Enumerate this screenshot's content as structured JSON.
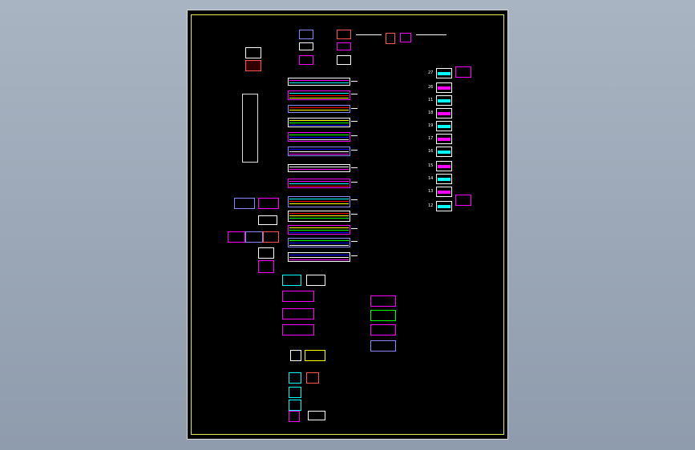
{
  "viewer": {
    "background_top": "#a9b4c2",
    "background_bottom": "#8f9cad",
    "sheet_color": "#000000",
    "frame_color": "#e8e84a"
  },
  "right_column_labels": [
    "27",
    "26",
    "11",
    "18",
    "19",
    "17",
    "16",
    "15",
    "14",
    "13",
    "12"
  ],
  "palette": [
    "#ff00ff",
    "#00ffff",
    "#ff0000",
    "#ffff00",
    "#00ff00",
    "#0000ff",
    "#ffffff"
  ]
}
